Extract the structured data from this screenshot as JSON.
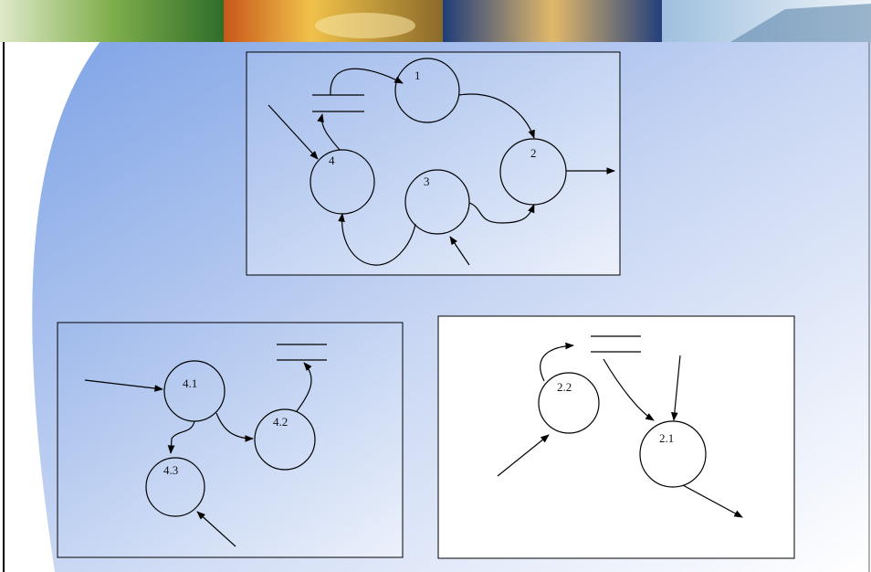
{
  "slide": {
    "background": "#7ea3e6",
    "banner_colors": [
      "#6f9f4f",
      "#e6b93a",
      "#3a5fa8",
      "#dfe7ef"
    ]
  },
  "diagram_top": {
    "processes": [
      {
        "id": "1",
        "label": "1"
      },
      {
        "id": "2",
        "label": "2"
      },
      {
        "id": "3",
        "label": "3"
      },
      {
        "id": "4",
        "label": "4"
      }
    ]
  },
  "diagram_left": {
    "processes": [
      {
        "id": "4.1",
        "label": "4.1"
      },
      {
        "id": "4.2",
        "label": "4.2"
      },
      {
        "id": "4.3",
        "label": "4.3"
      }
    ]
  },
  "diagram_right": {
    "processes": [
      {
        "id": "2.2",
        "label": "2.2"
      },
      {
        "id": "2.1",
        "label": "2.1"
      }
    ]
  }
}
